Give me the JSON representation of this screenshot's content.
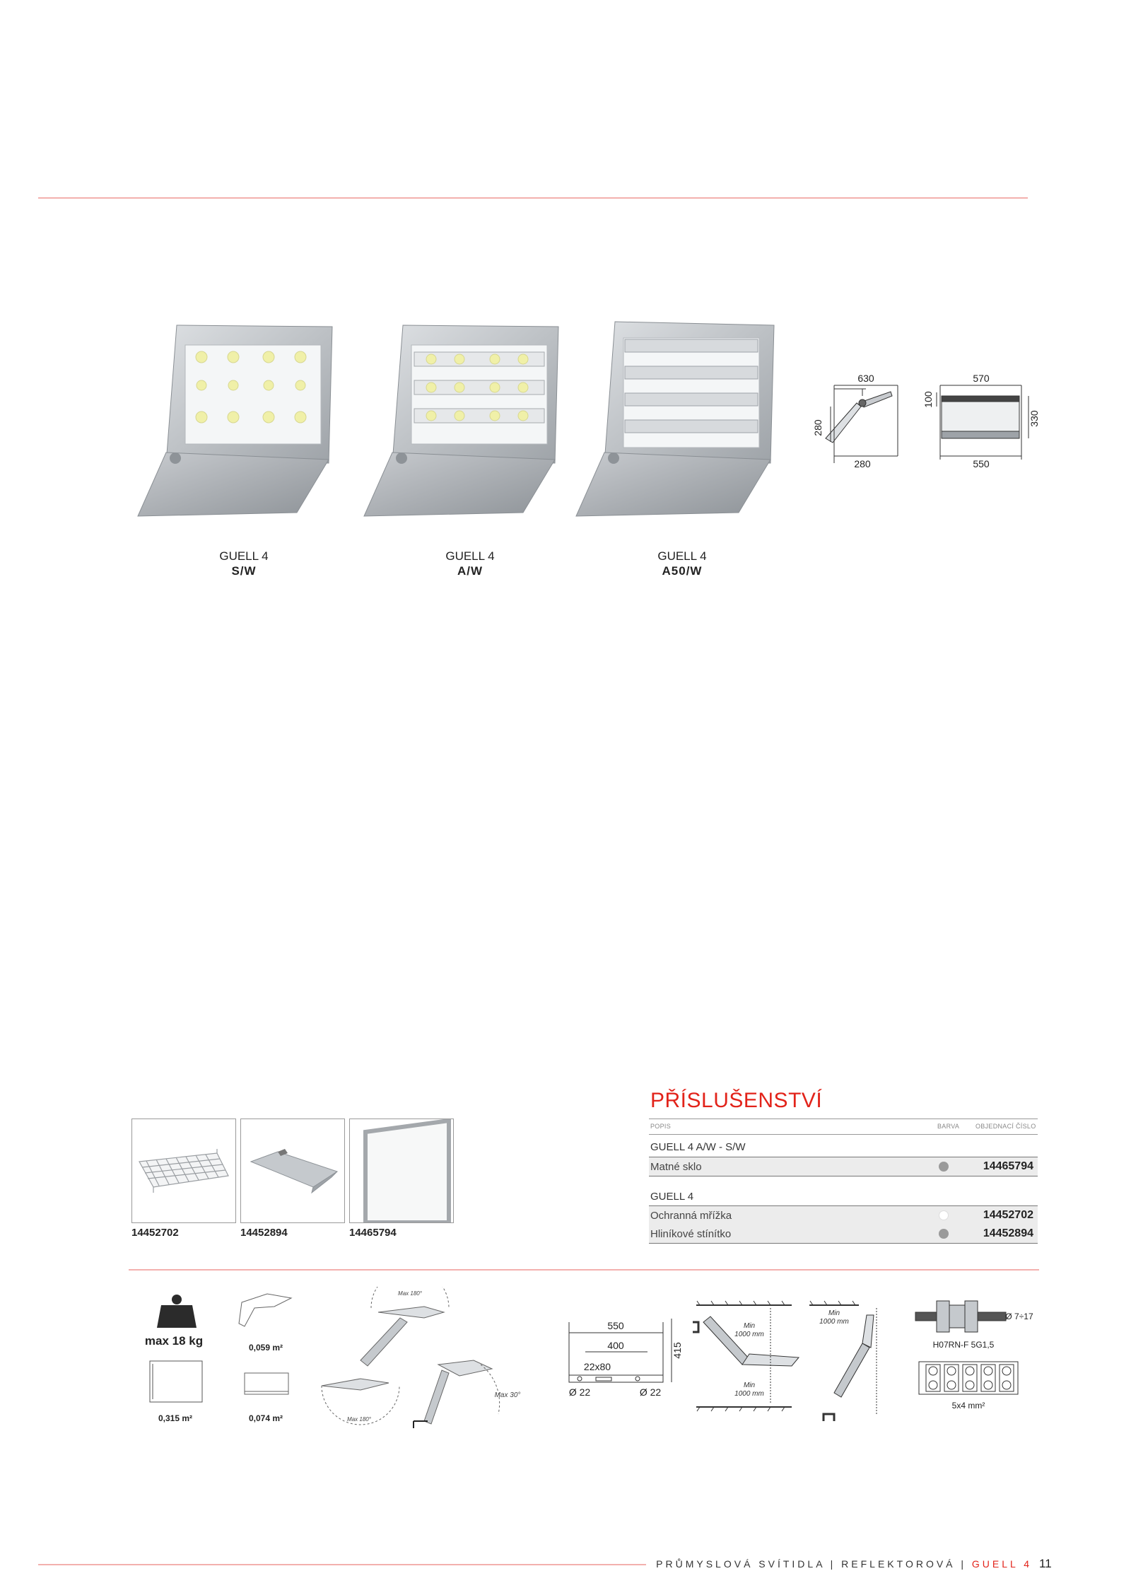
{
  "products": [
    {
      "name": "GUELL 4",
      "variant": "S/W"
    },
    {
      "name": "GUELL 4",
      "variant": "A/W"
    },
    {
      "name": "GUELL 4",
      "variant": "A50/W"
    }
  ],
  "dimensions": {
    "side_top": "630",
    "side_left": "280",
    "side_bottom": "280",
    "front_top": "570",
    "front_left": "100",
    "front_right": "330",
    "front_bottom": "550"
  },
  "accessories": {
    "title": "PŘÍSLUŠENSTVÍ",
    "col_description": "POPIS",
    "col_color": "BARVA",
    "col_order": "OBJEDNACÍ ČÍSLO",
    "groups": [
      {
        "label": "GUELL 4 A/W - S/W",
        "items": [
          {
            "description": "Matné sklo",
            "color": "#9a9a9a",
            "code": "14465794"
          }
        ]
      },
      {
        "label": "GUELL 4",
        "items": [
          {
            "description": "Ochranná mřížka",
            "color": "#ffffff",
            "code": "14452702"
          },
          {
            "description": "Hliníkové stínítko",
            "color": "#9a9a9a",
            "code": "14452894"
          }
        ]
      }
    ],
    "thumbs": [
      {
        "code": "14452702",
        "icon": "grid-guard-icon"
      },
      {
        "code": "14452894",
        "icon": "aluminium-visor-icon"
      },
      {
        "code": "14465794",
        "icon": "matt-glass-icon"
      }
    ]
  },
  "specs": {
    "weight": "max 18 kg",
    "area_front": "0,315 m²",
    "area_side1": "0,059 m²",
    "area_side2": "0,074 m²",
    "max_tilt_top": "Max 180°",
    "max_tilt_bottom": "Max 180°",
    "max_tilt_angle": "Max 30°",
    "mount_width": "550",
    "mount_inner": "400",
    "mount_height": "415",
    "mount_slot": "22x80",
    "hole_left": "Ø 22",
    "hole_right": "Ø 22",
    "min_dist_top": "Min\n1000 mm",
    "min_dist_bottom": "Min\n1000 mm",
    "min_dist_side": "Min\n1000 mm",
    "gland_range": "Ø 7÷17",
    "cable_type": "H07RN-F 5G1,5",
    "terminal": "5x4 mm²"
  },
  "footer": {
    "text": "PRŮMYSLOVÁ SVÍTIDLA | REFLEKTOROVÁ |",
    "highlight": "GUELL 4",
    "page": "11"
  }
}
